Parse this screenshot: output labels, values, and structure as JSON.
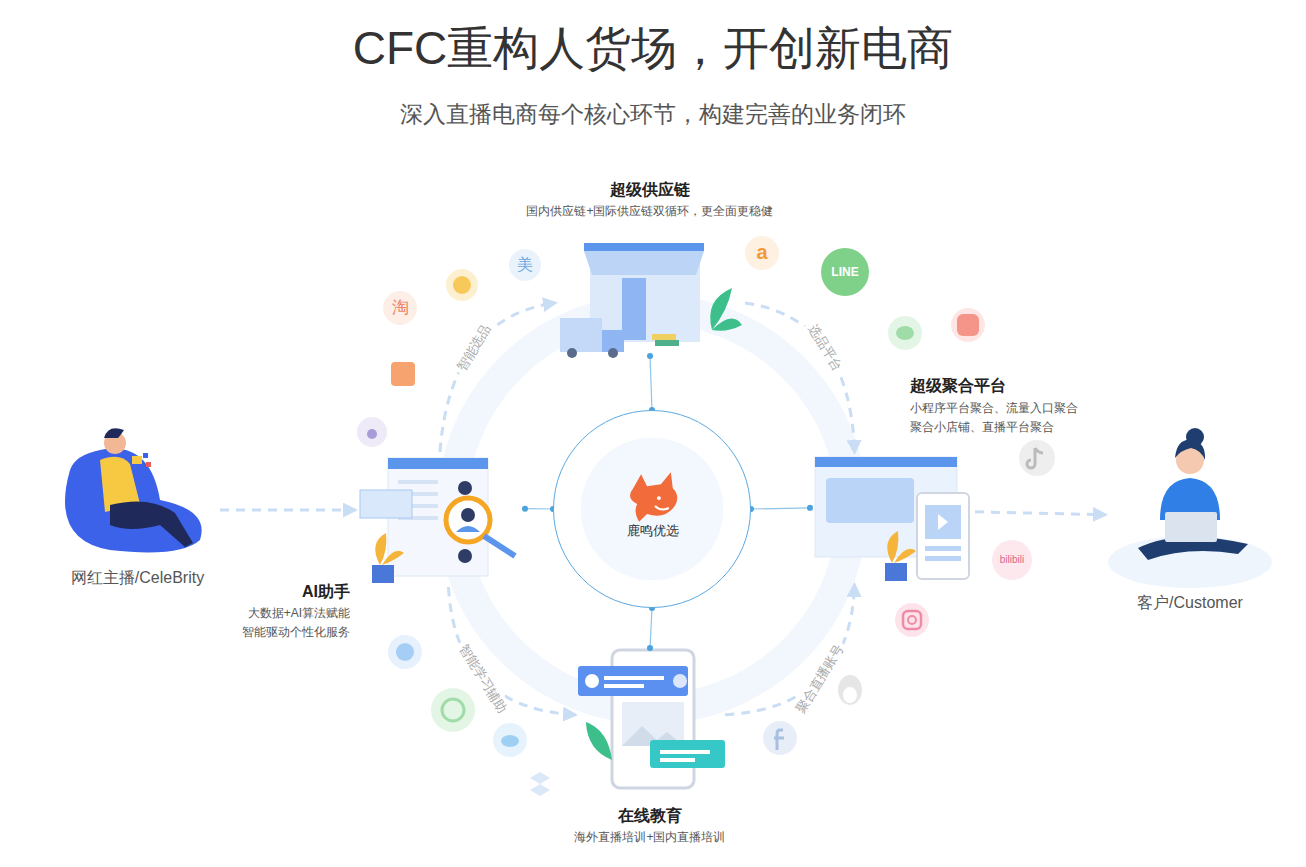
{
  "diagram": {
    "title": "CFC重构人货场，开创新电商",
    "nodes": [
      {
        "text": [
          "网红主播/CeleBrity"
        ]
      },
      {
        "text": [
          "超级供应链",
          "国内供应链+国际供应链双循环，更全面更稳健"
        ]
      },
      {
        "text": [
          "AI助手",
          "大数据+AI算法赋能 智能驱动个性化服务"
        ]
      },
      {
        "text": [
          "鹿鸣优选"
        ]
      },
      {
        "text": [
          "超级聚合平台",
          "小程序平台聚合、流量入口聚合 聚合小店铺、直播平台聚合"
        ]
      },
      {
        "text": [
          "在线教育",
          "海外直播培训+国内直播培训"
        ]
      },
      {
        "text": [
          "客户/Customer"
        ]
      }
    ],
    "edges": [
      {
        "from": 0,
        "to": 2,
        "arrow": "to"
      },
      {
        "from": 2,
        "to": 1,
        "label": "智能选品",
        "arrow": "to"
      },
      {
        "from": 1,
        "to": 4,
        "label": "选品平台",
        "arrow": "to"
      },
      {
        "from": 2,
        "to": 5,
        "label": "智能学习辅助",
        "arrow": "to"
      },
      {
        "from": 5,
        "to": 4,
        "label": "聚合直播账号",
        "arrow": "to"
      },
      {
        "from": 3,
        "to": 1,
        "arrow": "none"
      },
      {
        "from": 3,
        "to": 2,
        "arrow": "none"
      },
      {
        "from": 3,
        "to": 4,
        "arrow": "none"
      },
      {
        "from": 3,
        "to": 5,
        "arrow": "none"
      },
      {
        "from": 4,
        "to": 6,
        "arrow": "to"
      }
    ],
    "labels": [
      "深入直播电商每个核心环节，构建完善的业务闭环",
      "美",
      "淘",
      "a",
      "LINE",
      "bilibili"
    ]
  }
}
